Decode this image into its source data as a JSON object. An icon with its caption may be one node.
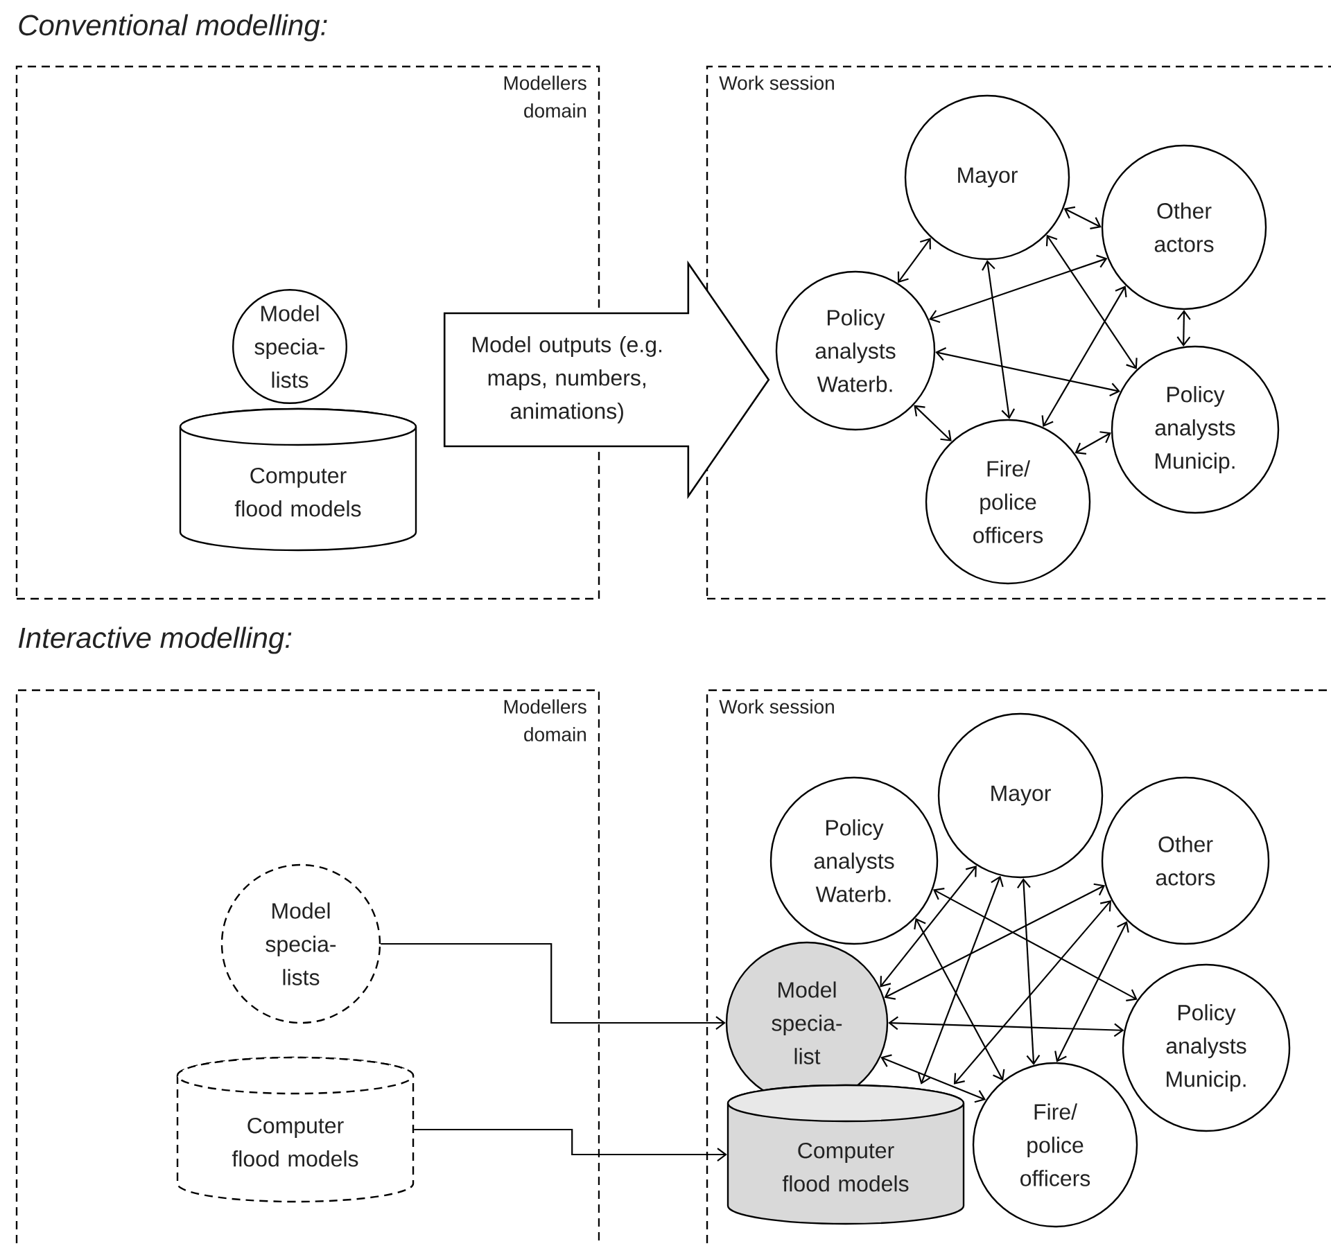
{
  "diagram": {
    "nodes": [
      {
        "text": [
          "Modellers domain"
        ]
      },
      {
        "text": [
          "Model specia- lists"
        ],
        "in": 0
      },
      {
        "text": [
          "Computer flood models"
        ],
        "in": 0
      },
      {
        "text": [
          "Work session"
        ]
      },
      {
        "text": [
          "Mayor"
        ],
        "in": 3
      },
      {
        "text": [
          "Other actors"
        ],
        "in": 3
      },
      {
        "text": [
          "Policy analysts Waterb."
        ],
        "in": 3
      },
      {
        "text": [
          "Policy analysts Municip."
        ],
        "in": 3
      },
      {
        "text": [
          "Fire/ police officers"
        ],
        "in": 3
      },
      {
        "text": [
          "Modellers domain"
        ]
      },
      {
        "text": [
          "Model specia- lists"
        ],
        "in": 9
      },
      {
        "text": [
          "Computer flood models"
        ],
        "in": 9
      },
      {
        "text": [
          "Work session"
        ]
      },
      {
        "text": [
          "Policy analysts Waterb."
        ],
        "in": 12
      },
      {
        "text": [
          "Mayor"
        ],
        "in": 12
      },
      {
        "text": [
          "Other actors"
        ],
        "in": 12
      },
      {
        "text": [
          "Model specia- list"
        ],
        "in": 12
      },
      {
        "text": [
          "Policy analysts Municip."
        ],
        "in": 12
      },
      {
        "text": [
          "Computer flood models"
        ],
        "in": 12
      },
      {
        "text": [
          "Fire/ police officers"
        ],
        "in": 12
      }
    ],
    "edges": [
      {
        "from": 4,
        "to": 5,
        "arrow": "both"
      },
      {
        "from": 4,
        "to": 6,
        "arrow": "both"
      },
      {
        "from": 4,
        "to": 8,
        "arrow": "both"
      },
      {
        "from": 4,
        "to": 7,
        "arrow": "both"
      },
      {
        "from": 5,
        "to": 6,
        "arrow": "both"
      },
      {
        "from": 5,
        "to": 7,
        "arrow": "both"
      },
      {
        "from": 5,
        "to": 8,
        "arrow": "both"
      },
      {
        "from": 6,
        "to": 7,
        "arrow": "both"
      },
      {
        "from": 6,
        "to": 8,
        "arrow": "both"
      },
      {
        "from": 7,
        "to": 8,
        "arrow": "both"
      },
      {
        "from": 10,
        "to": 16,
        "arrow": "to"
      },
      {
        "from": 11,
        "to": 18,
        "arrow": "to"
      },
      {
        "from": 13,
        "to": 17,
        "arrow": "both"
      },
      {
        "from": 13,
        "to": 19,
        "arrow": "both"
      },
      {
        "from": 14,
        "to": 16,
        "arrow": "both"
      },
      {
        "from": 14,
        "to": 18,
        "arrow": "both"
      },
      {
        "from": 14,
        "to": 19,
        "arrow": "both"
      },
      {
        "from": 15,
        "to": 16,
        "arrow": "both"
      },
      {
        "from": 15,
        "to": 18,
        "arrow": "both"
      },
      {
        "from": 15,
        "to": 19,
        "arrow": "both"
      },
      {
        "from": 16,
        "to": 17,
        "arrow": "both"
      },
      {
        "from": 16,
        "to": 19,
        "arrow": "both"
      },
      {
        "from": 0,
        "to": 3,
        "arrow": "to",
        "label": "Model outputs (e.g. maps, numbers, animations)",
        "style": "thick"
      }
    ],
    "labels": [
      "Conventional modelling:",
      "Interactive modelling:"
    ]
  }
}
